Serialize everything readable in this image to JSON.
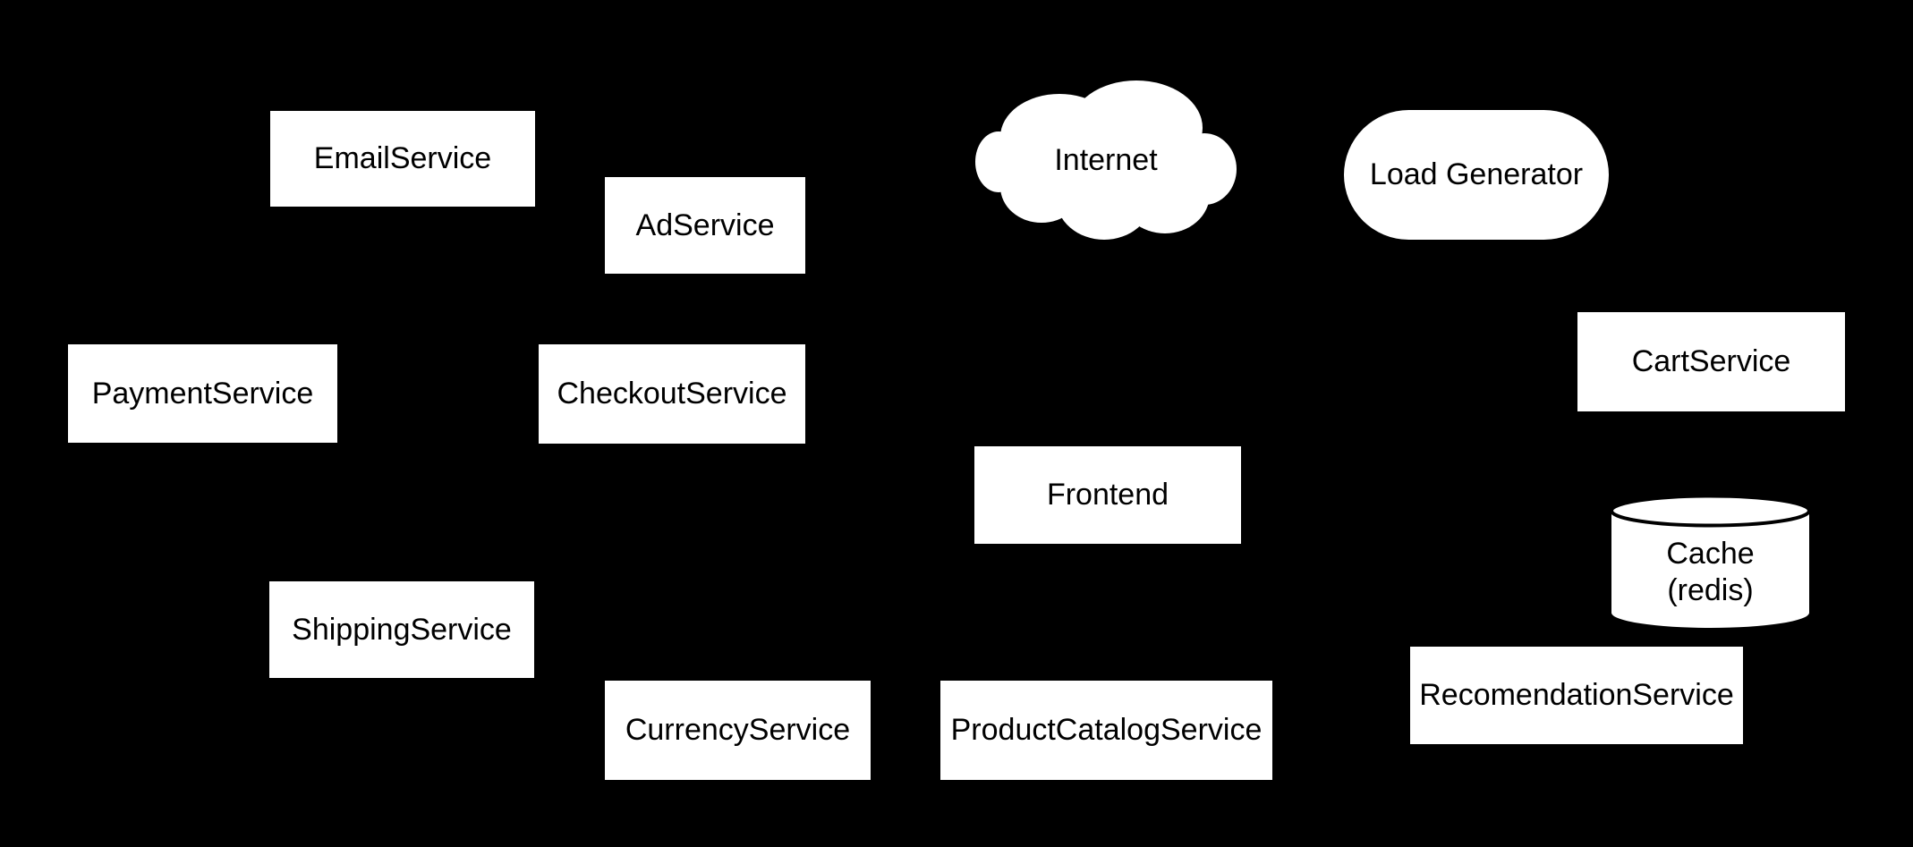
{
  "diagram": {
    "kind": "microservices-architecture-diagram",
    "colors": {
      "background": "#000000",
      "node_fill": "#ffffff",
      "node_text": "#000000",
      "cylinder_rim_stroke": "#000000"
    },
    "nodes": [
      {
        "id": "email-service",
        "shape": "rectangle",
        "label": "EmailService"
      },
      {
        "id": "ad-service",
        "shape": "rectangle",
        "label": "AdService"
      },
      {
        "id": "internet",
        "shape": "cloud",
        "label": "Internet"
      },
      {
        "id": "load-generator",
        "shape": "stadium",
        "label": "Load Generator"
      },
      {
        "id": "payment-service",
        "shape": "rectangle",
        "label": "PaymentService"
      },
      {
        "id": "checkout-service",
        "shape": "rectangle",
        "label": "CheckoutService"
      },
      {
        "id": "cart-service",
        "shape": "rectangle",
        "label": "CartService"
      },
      {
        "id": "frontend",
        "shape": "rectangle",
        "label": "Frontend"
      },
      {
        "id": "cache-redis",
        "shape": "cylinder",
        "label_lines": [
          "Cache",
          "(redis)"
        ]
      },
      {
        "id": "shipping-service",
        "shape": "rectangle",
        "label": "ShippingService"
      },
      {
        "id": "currency-service",
        "shape": "rectangle",
        "label": "CurrencyService"
      },
      {
        "id": "product-catalog-service",
        "shape": "rectangle",
        "label": "ProductCatalogService"
      },
      {
        "id": "recomendation-service",
        "shape": "rectangle",
        "label": "RecomendationService"
      }
    ]
  }
}
